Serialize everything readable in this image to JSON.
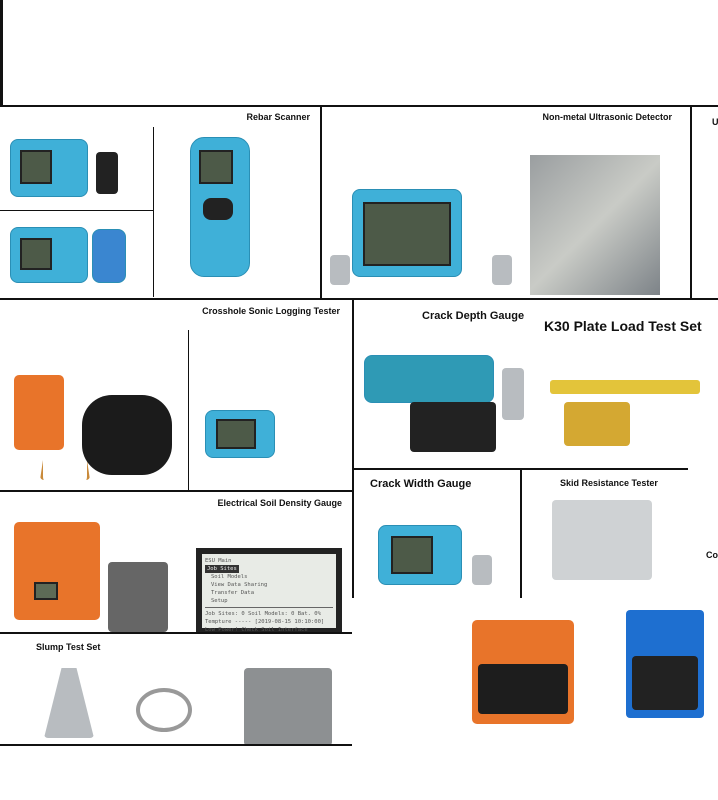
{
  "panels": {
    "rebar": "Rebar Scanner",
    "ultrasonic": "Non-metal Ultrasonic Detector",
    "cut_right_top": "U",
    "crosshole": "Crosshole Sonic Logging Tester",
    "crack_depth": "Crack Depth Gauge",
    "k30": "K30 Plate Load Test Set",
    "crack_width": "Crack Width Gauge",
    "skid": "Skid Resistance Tester",
    "cut_right_mid": "Co",
    "soil": "Electrical Soil Density Gauge",
    "slump": "Slump Test Set"
  },
  "soil_screen": {
    "header": "ESU Main",
    "items": [
      "Job Sites",
      "Soil Models",
      "View Data Sharing",
      "Transfer Data",
      "Setup"
    ],
    "status1": "Job Sites: 0 Soil Models: 0 Bat. 0%",
    "status2": "Tempture ----- [2019-08-15 10:10:00]",
    "status3": "Low Power! Check Soil Interface"
  },
  "colors": {
    "device_blue": "#3fb0d8",
    "case_orange": "#e8742a",
    "case_blue": "#1e6fd0"
  }
}
